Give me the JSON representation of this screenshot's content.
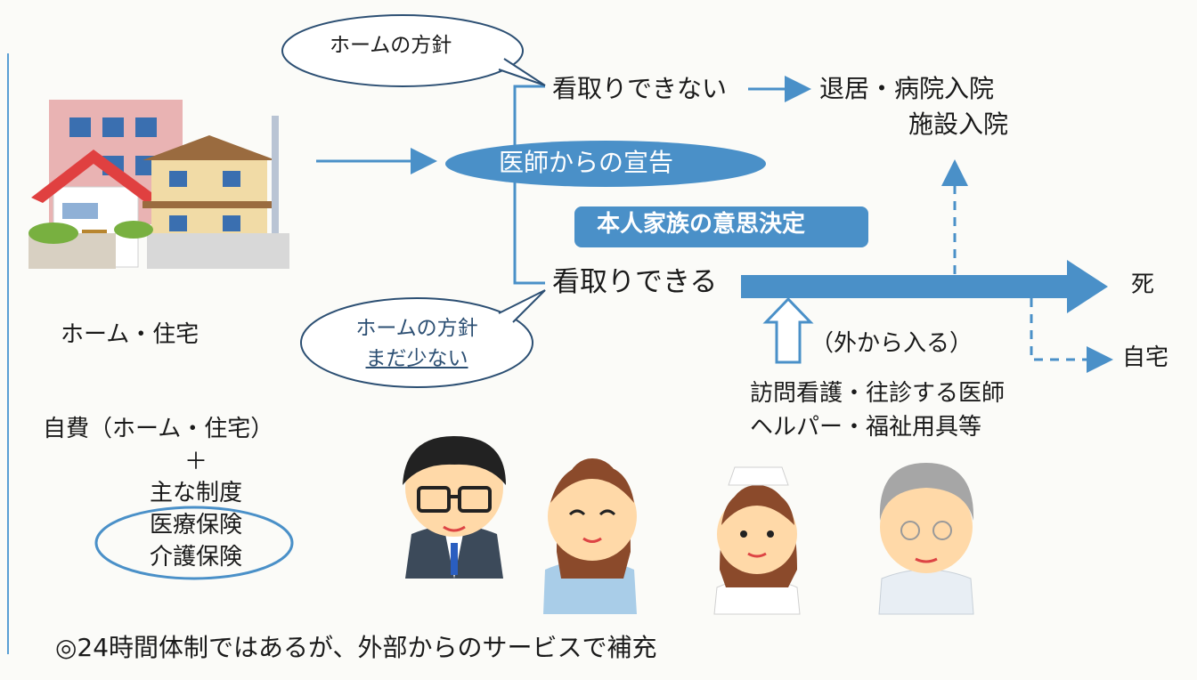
{
  "bubble_top": "ホームの方針",
  "bubble_bottom": {
    "line1": "ホームの方針",
    "line2": "まだ少ない"
  },
  "home_label": "ホーム・住宅",
  "cannot_care": "看取りできない",
  "discharge": {
    "line1": "退居・病院入院",
    "line2": "施設入院"
  },
  "doctor_declaration": "医師からの宣告",
  "family_decision": "本人家族の意思決定",
  "can_care": "看取りできる",
  "death": "死",
  "home_end": "自宅",
  "outside": "（外から入る）",
  "services": {
    "line1": "訪問看護・往診する医師",
    "line2": "ヘルパー・福祉用具等"
  },
  "costs": {
    "line1": "自費（ホーム・住宅）",
    "plus": "＋",
    "line2": "主な制度",
    "line3": "医療保険",
    "line4": "介護保険"
  },
  "footer": "◎24時間体制ではあるが、外部からのサービスで補充",
  "colors": {
    "accent": "#4a90c8",
    "pill_text": "#ffffff",
    "ink": "#1a1a1a"
  },
  "icons": [
    "house-icon",
    "apartment-icon",
    "doctor-icon",
    "caregiver-icon",
    "nurse-icon",
    "elderly-man-icon"
  ]
}
